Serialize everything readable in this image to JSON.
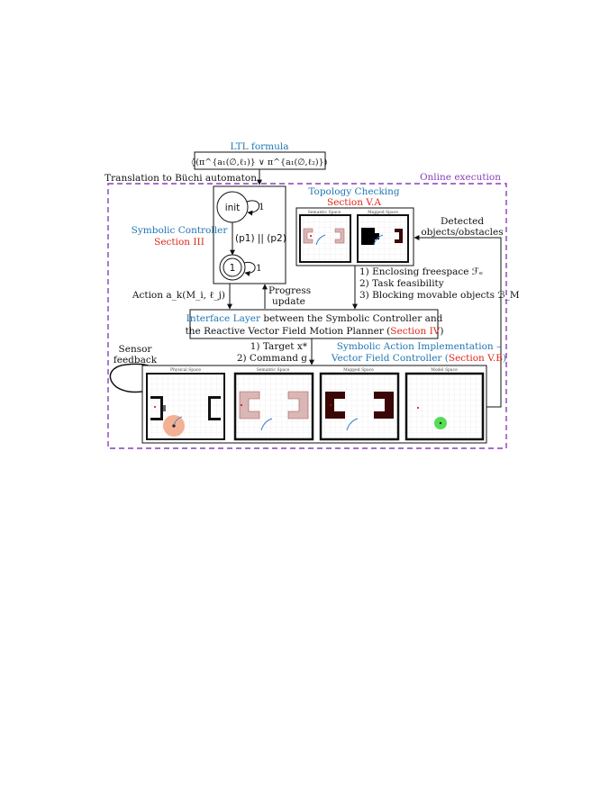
{
  "ltl": {
    "title": "LTL formula",
    "formula": "◊(π^{a₁(∅,ℓ₁)} ∨ π^{a₁(∅,ℓ₂)})"
  },
  "translation_label": "Translation to Büchi automaton",
  "online_label": "Online execution",
  "automaton": {
    "init_state": "init",
    "final_state": "1",
    "self_loop_init": "1",
    "self_loop_final": "1",
    "transition": "(p1) || (p2)"
  },
  "symbolic_controller": {
    "title": "Symbolic Controller",
    "section": "Section III"
  },
  "topology": {
    "title": "Topology Checking",
    "section": "Section V.A",
    "panel_titles": [
      "Semantic Space",
      "Mapped Space"
    ]
  },
  "detected": {
    "line1": "Detected",
    "line2": "objects/obstacles"
  },
  "checks": {
    "line1": "1) Enclosing freespace ℱₑ",
    "line2": "2) Task feasibility",
    "line3": "3) Blocking movable objects ℬ_M"
  },
  "action": {
    "label": "Action a_k(M_i, ℓ_j)"
  },
  "progress": {
    "line1": "Progress",
    "line2": "update"
  },
  "interface": {
    "title": "Interface Layer",
    "line1_rest": " between the Symbolic Controller and",
    "line2": "the Reactive Vector Field Motion Planner (",
    "section": "Section IV",
    "close": ")"
  },
  "sensor": {
    "line1": "Sensor",
    "line2": "feedback"
  },
  "targets": {
    "line1": "1) Target x*",
    "line2": "2) Command g"
  },
  "implementation": {
    "line1": "Symbolic Action Implementation –",
    "line2": "Vector Field Controller (",
    "section": "Section V.B",
    "close": ")"
  },
  "bottom_panels": [
    "Physical Space",
    "Semantic Space",
    "Mapped Space",
    "Model Space"
  ],
  "colors": {
    "blue": "#1f77b4",
    "red": "#e0271b",
    "purple": "#8a3fb8",
    "obstacle_pink": "#d9b7b7",
    "obstacle_dark": "#3a0606",
    "robot_disk": "#f2a888",
    "model_disk": "#55dd55",
    "path_blue": "#3a7fc8"
  }
}
